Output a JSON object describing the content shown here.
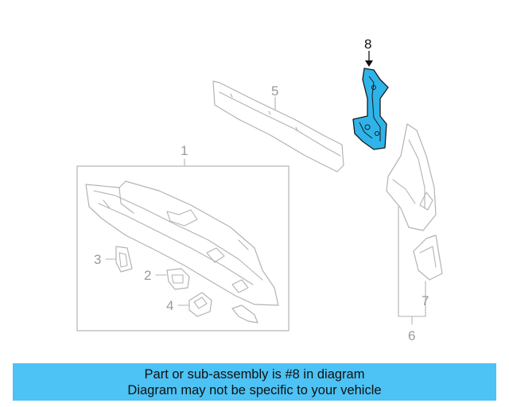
{
  "callouts": {
    "c1": "1",
    "c2": "2",
    "c3": "3",
    "c4": "4",
    "c5": "5",
    "c6": "6",
    "c7": "7",
    "c8": "8"
  },
  "banner": {
    "line1": "Part or sub-assembly is #8 in diagram",
    "line2": "Diagram may not be specific to your vehicle"
  },
  "colors": {
    "highlight": "#2fb4ea",
    "banner": "#4dc2f4"
  }
}
